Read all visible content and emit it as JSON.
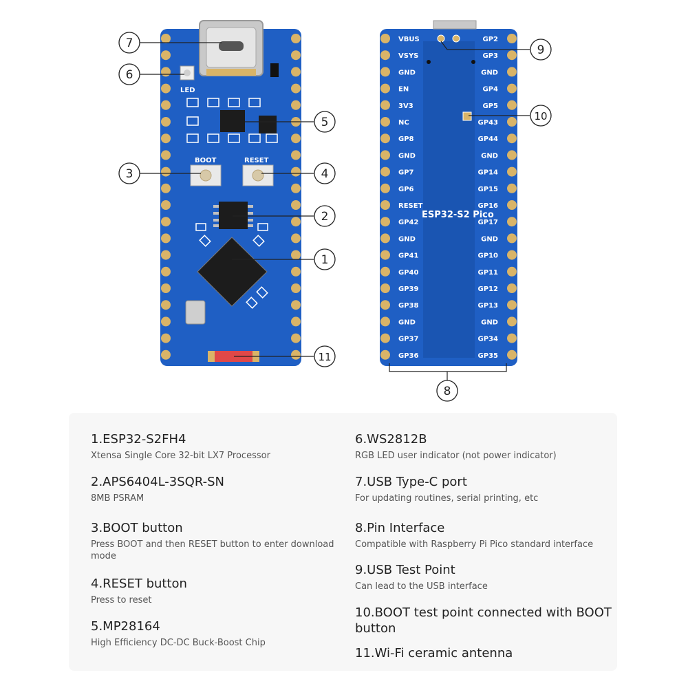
{
  "front_board": {
    "silkscreen": {
      "led": "LED",
      "boot": "BOOT",
      "reset": "RESET"
    }
  },
  "back_board": {
    "board_name": "ESP32-S2 Pico",
    "left_pins": [
      "VBUS",
      "VSYS",
      "GND",
      "EN",
      "3V3",
      "NC",
      "GP8",
      "GND",
      "GP7",
      "GP6",
      "RESET",
      "GP42",
      "GND",
      "GP41",
      "GP40",
      "GP39",
      "GP38",
      "GND",
      "GP37",
      "GP36"
    ],
    "right_pins": [
      "GP2",
      "GP3",
      "GND",
      "GP4",
      "GP5",
      "GP43",
      "GP44",
      "GND",
      "GP14",
      "GP15",
      "GP16",
      "GP17",
      "GND",
      "GP10",
      "GP11",
      "GP12",
      "GP13",
      "GND",
      "GP34",
      "GP35"
    ]
  },
  "callouts": [
    "1",
    "2",
    "3",
    "4",
    "5",
    "6",
    "7",
    "8",
    "9",
    "10",
    "11"
  ],
  "legend": {
    "left": [
      {
        "title": "1.ESP32-S2FH4",
        "desc": "Xtensa Single Core 32-bit LX7 Processor"
      },
      {
        "title": "2.APS6404L-3SQR-SN",
        "desc": "8MB PSRAM"
      },
      {
        "title": "3.BOOT button",
        "desc": "Press BOOT and then RESET button to enter download mode"
      },
      {
        "title": "4.RESET button",
        "desc": "Press to reset"
      },
      {
        "title": "5.MP28164",
        "desc": "High Efficiency DC-DC Buck-Boost Chip"
      }
    ],
    "right": [
      {
        "title": "6.WS2812B",
        "desc": "RGB LED user indicator (not power indicator)"
      },
      {
        "title": "7.USB Type-C port",
        "desc": "For updating routines, serial printing, etc"
      },
      {
        "title": "8.Pin Interface",
        "desc": "Compatible with Raspberry Pi Pico standard interface"
      },
      {
        "title": "9.USB Test Point",
        "desc": "Can lead to the USB interface"
      },
      {
        "title": "10.BOOT test point connected with BOOT button",
        "desc": ""
      },
      {
        "title": "11.Wi-Fi ceramic antenna",
        "desc": ""
      }
    ]
  },
  "colors": {
    "pcb": "#1f5fc4",
    "pcb_dark": "#174ea6",
    "pad": "#d9b468",
    "chip": "#1c1c1c",
    "silk": "#ffffff",
    "background": "#ffffff",
    "panel": "#f7f7f7"
  }
}
